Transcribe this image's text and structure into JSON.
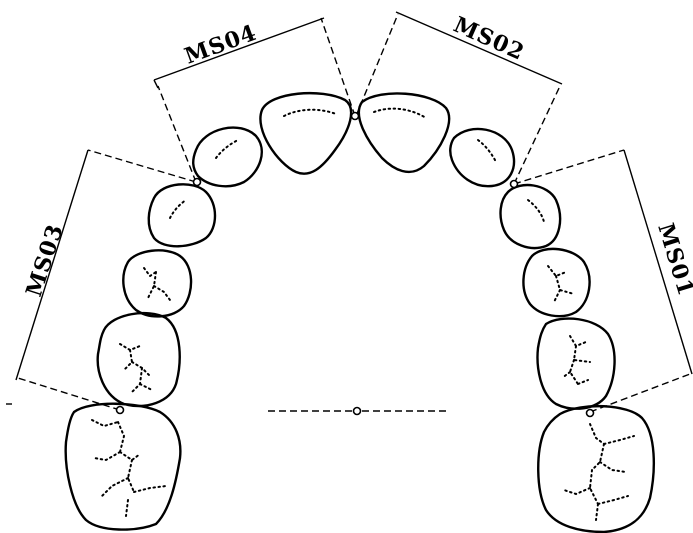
{
  "labels": {
    "ms01": "MS01",
    "ms02": "MS02",
    "ms03": "MS03",
    "ms04": "MS04"
  },
  "colors": {
    "line": "#000000",
    "background": "#ffffff"
  }
}
